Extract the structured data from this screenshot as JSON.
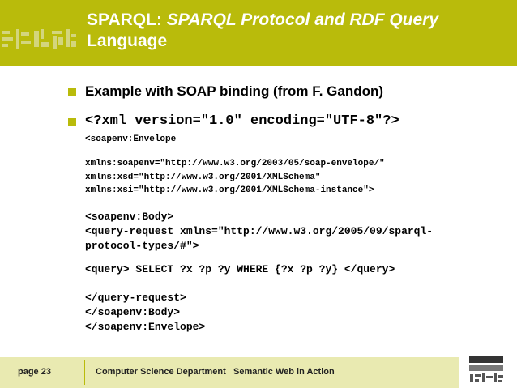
{
  "header": {
    "title_main": "SPARQL: ",
    "title_italic": "SPARQL Protocol and RDF Query",
    "title_line2": "Language"
  },
  "bullets": [
    {
      "text": "Example with SOAP binding (from F. Gandon)"
    },
    {
      "text": "<?xml version=\"1.0\" encoding=\"UTF-8\"?>"
    }
  ],
  "code": {
    "l1": "<soapenv:Envelope",
    "l2": "xmlns:soapenv=\"http://www.w3.org/2003/05/soap-envelope/\"",
    "l3": "xmlns:xsd=\"http://www.w3.org/2001/XMLSchema\"",
    "l4": "xmlns:xsi=\"http://www.w3.org/2001/XMLSchema-instance\">",
    "l5": "<soapenv:Body>",
    "l6": "<query-request xmlns=\"http://www.w3.org/2005/09/sparql-",
    "l7": "protocol-types/#\">",
    "l8": "<query> SELECT ?x ?p ?y WHERE {?x ?p ?y} </query>",
    "l9": "</query-request>",
    "l10": "</soapenv:Body>",
    "l11": "</soapenv:Envelope>"
  },
  "footer": {
    "page": "page 23",
    "department": "Computer Science Department",
    "course": "Semantic Web in Action"
  },
  "colors": {
    "accent": "#b9bb0b",
    "footer_bg": "#e9eab1"
  },
  "icons": {
    "header_logo": "school-emblem-icon",
    "footer_logo": "telecom-bretagne-logo-icon"
  }
}
